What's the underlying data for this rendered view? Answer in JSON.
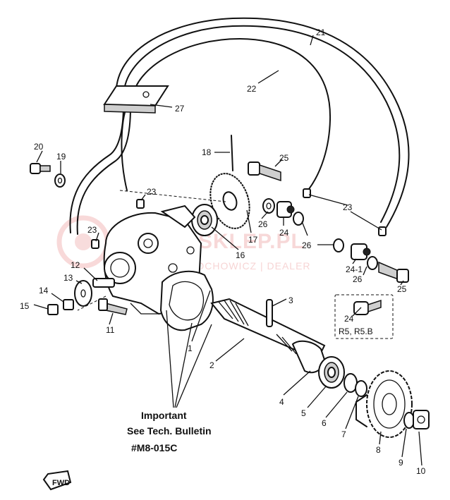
{
  "callouts": [
    {
      "id": "c1",
      "text": "1"
    },
    {
      "id": "c2",
      "text": "2"
    },
    {
      "id": "c3",
      "text": "3"
    },
    {
      "id": "c4",
      "text": "4"
    },
    {
      "id": "c5",
      "text": "5"
    },
    {
      "id": "c6",
      "text": "6"
    },
    {
      "id": "c7",
      "text": "7"
    },
    {
      "id": "c8",
      "text": "8"
    },
    {
      "id": "c9",
      "text": "9"
    },
    {
      "id": "c10",
      "text": "10"
    },
    {
      "id": "c11",
      "text": "11"
    },
    {
      "id": "c12",
      "text": "12"
    },
    {
      "id": "c13",
      "text": "13"
    },
    {
      "id": "c14",
      "text": "14"
    },
    {
      "id": "c15",
      "text": "15"
    },
    {
      "id": "c16",
      "text": "16"
    },
    {
      "id": "c17",
      "text": "17"
    },
    {
      "id": "c18",
      "text": "18"
    },
    {
      "id": "c19",
      "text": "19"
    },
    {
      "id": "c20",
      "text": "20"
    },
    {
      "id": "c21",
      "text": "21"
    },
    {
      "id": "c22",
      "text": "22"
    },
    {
      "id": "c23a",
      "text": "23"
    },
    {
      "id": "c23b",
      "text": "23"
    },
    {
      "id": "c23c",
      "text": "23"
    },
    {
      "id": "c24a",
      "text": "24"
    },
    {
      "id": "c24b",
      "text": "24-1"
    },
    {
      "id": "c24c",
      "text": "24"
    },
    {
      "id": "c25a",
      "text": "25"
    },
    {
      "id": "c25b",
      "text": "25"
    },
    {
      "id": "c26a",
      "text": "26"
    },
    {
      "id": "c26b",
      "text": "26"
    },
    {
      "id": "c26c",
      "text": "26"
    },
    {
      "id": "c27",
      "text": "27"
    }
  ],
  "variant_box": {
    "label": "R5, R5.B"
  },
  "note": {
    "line1": "Important",
    "line2": "See Tech. Bulletin",
    "line3": "#M8-015C"
  },
  "watermark": {
    "brand": "MIMA-SKLEP.PL",
    "sub": "KOCHOWICZ | DEALER"
  },
  "fwd_label": "FWD",
  "colors": {
    "ink": "#111111",
    "watermark": "#f2b9b9"
  }
}
